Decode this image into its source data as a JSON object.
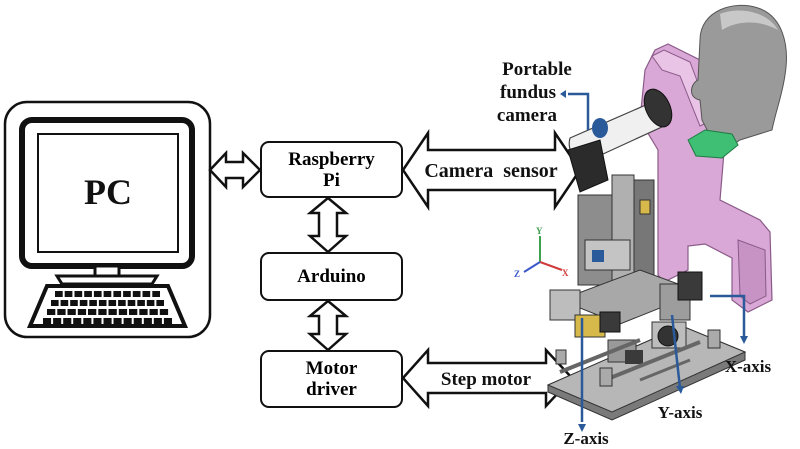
{
  "pc": {
    "label": "PC"
  },
  "blocks": {
    "raspberry": {
      "line1": "Raspberry",
      "line2": "Pi"
    },
    "arduino": {
      "label": "Arduino"
    },
    "motor_driver": {
      "line1": "Motor",
      "line2": "driver"
    }
  },
  "arrows": {
    "camera_sensor": "Camera  sensor",
    "step_motor": "Step motor"
  },
  "device": {
    "camera_label_1": "Portable",
    "camera_label_2": "fundus",
    "camera_label_3": "camera",
    "axis_x": "X-axis",
    "axis_y": "Y-axis",
    "axis_z": "Z-axis",
    "triad_x": "X",
    "triad_y": "Y",
    "triad_z": "Z"
  },
  "colors": {
    "line": "#111111",
    "pointer": "#2a5a9a",
    "frame_pink": "#d9a8d6",
    "head_gray": "#8f8f8f",
    "chin_green": "#3fbf74",
    "steel": "#9a9a9a"
  }
}
